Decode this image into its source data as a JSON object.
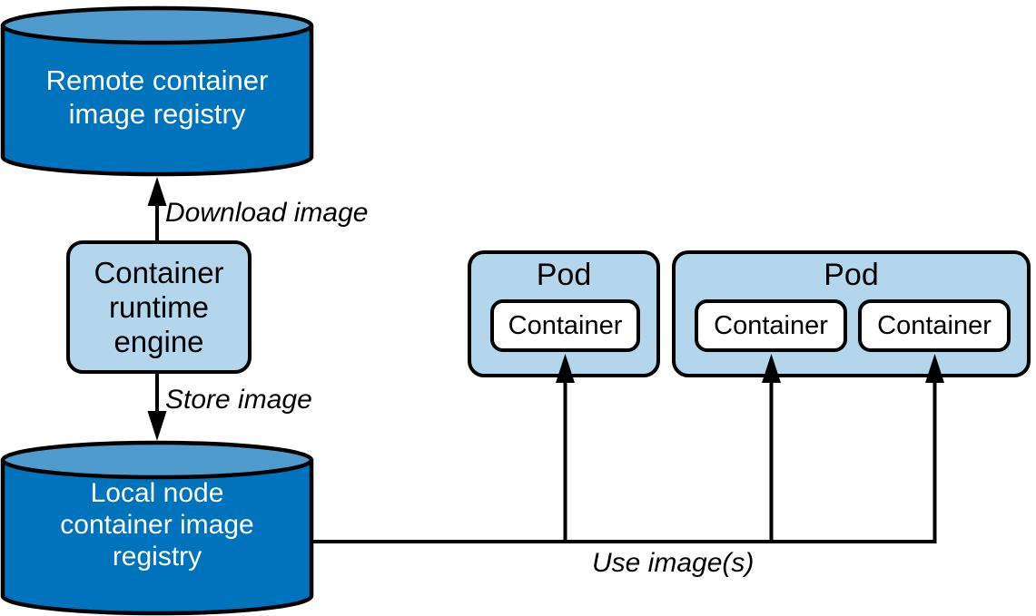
{
  "diagram": {
    "nodes": {
      "remote_registry": {
        "lines": [
          "Remote container",
          "image registry"
        ]
      },
      "runtime_engine": {
        "lines": [
          "Container",
          "runtime",
          "engine"
        ]
      },
      "local_registry": {
        "lines": [
          "Local node",
          "container image",
          "registry"
        ]
      },
      "pod_1": {
        "title": "Pod",
        "containers": [
          "Container"
        ]
      },
      "pod_2": {
        "title": "Pod",
        "containers": [
          "Container",
          "Container"
        ]
      }
    },
    "edges": {
      "download": {
        "label": "Download image"
      },
      "store": {
        "label": "Store image"
      },
      "use": {
        "label": "Use image(s)"
      }
    },
    "colors": {
      "cylinder_body": "#0073bd",
      "cylinder_top": "#509bce",
      "node_fill": "#b4d6ec",
      "container_fill": "#ffffff",
      "outline": "#000000",
      "label_text": "#000000",
      "cylinder_text": "#ffffff"
    }
  }
}
